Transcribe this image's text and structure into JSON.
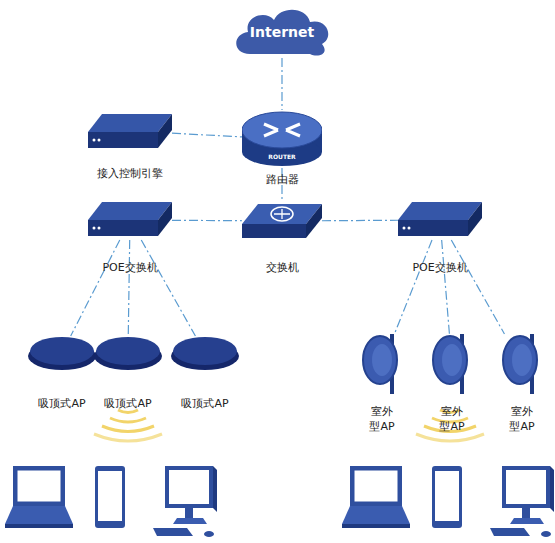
{
  "diagram": {
    "nodes": [
      {
        "text": [
          "Internet"
        ]
      },
      {
        "text": [
          "接入控制引擎"
        ]
      },
      {
        "text": [
          "ROUTER",
          "路由器"
        ]
      },
      {
        "text": [
          "POE交换机"
        ]
      },
      {
        "text": [
          "交换机"
        ]
      },
      {
        "text": [
          "POE交换机"
        ]
      },
      {
        "text": [
          "吸顶式AP"
        ]
      },
      {
        "text": [
          "吸顶式AP"
        ]
      },
      {
        "text": [
          "吸顶式AP"
        ]
      },
      {
        "text": [
          "室外 型AP"
        ]
      },
      {
        "text": [
          "室外 型AP"
        ]
      },
      {
        "text": [
          "室外 型AP"
        ]
      }
    ],
    "edges": [
      {
        "from": 0,
        "to": 2,
        "arrow": "none"
      },
      {
        "from": 1,
        "to": 2,
        "arrow": "none"
      },
      {
        "from": 2,
        "to": 4,
        "arrow": "none"
      },
      {
        "from": 3,
        "to": 4,
        "arrow": "none"
      },
      {
        "from": 4,
        "to": 5,
        "arrow": "none"
      },
      {
        "from": 3,
        "to": 6,
        "arrow": "none"
      },
      {
        "from": 3,
        "to": 7,
        "arrow": "none"
      },
      {
        "from": 3,
        "to": 8,
        "arrow": "none"
      },
      {
        "from": 5,
        "to": 9,
        "arrow": "none"
      },
      {
        "from": 5,
        "to": 10,
        "arrow": "none"
      },
      {
        "from": 5,
        "to": 11,
        "arrow": "none"
      }
    ]
  }
}
